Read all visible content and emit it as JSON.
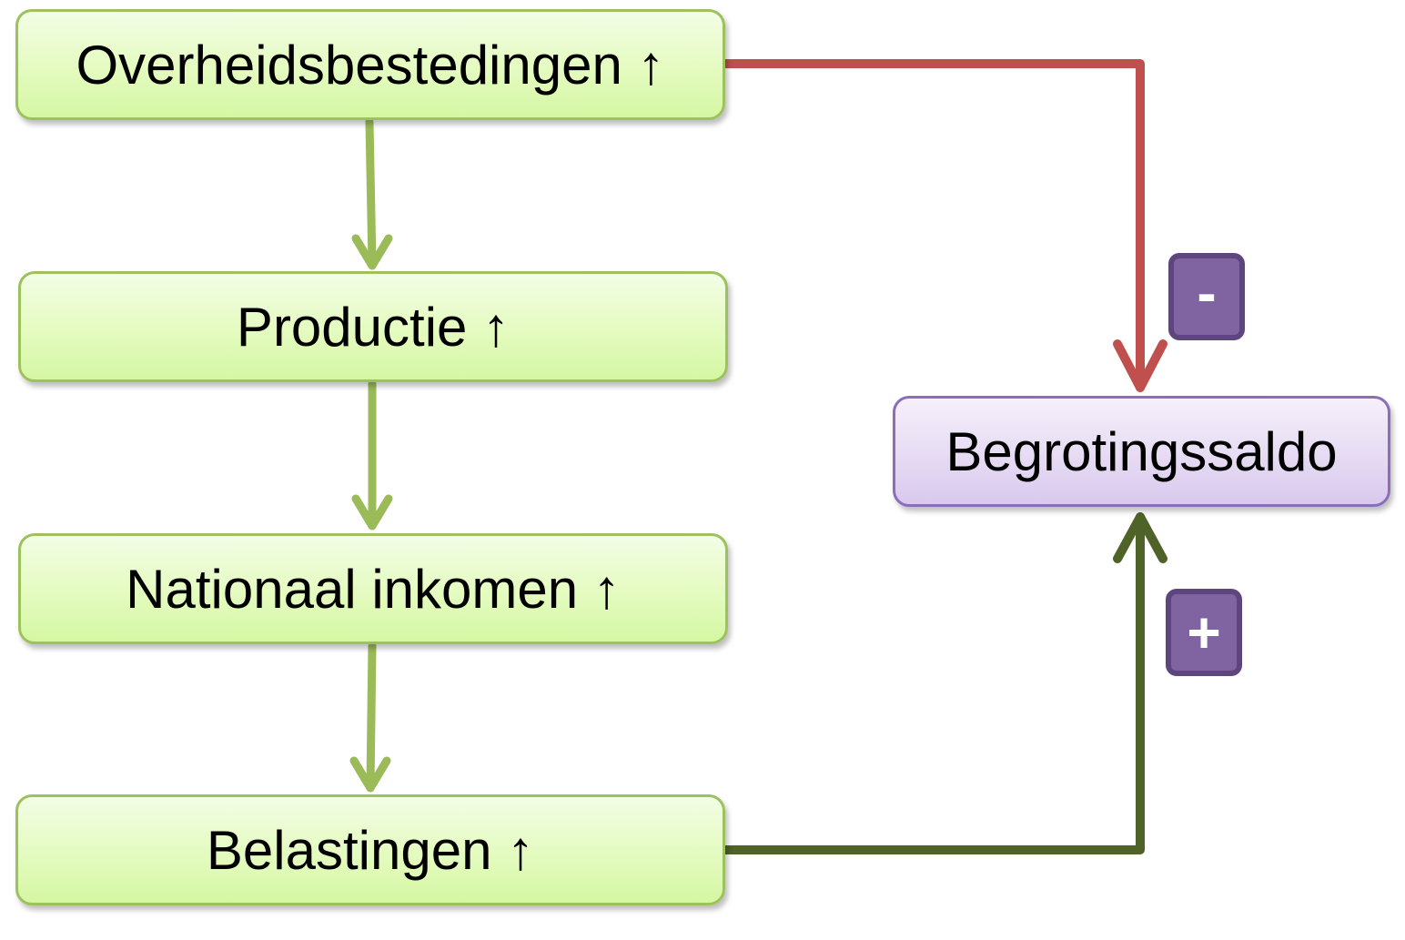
{
  "nodes": {
    "overheidsbestedingen": "Overheidsbestedingen ↑",
    "productie": "Productie ↑",
    "nationaal_inkomen": "Nationaal inkomen ↑",
    "belastingen": "Belastingen ↑",
    "begrotingssaldo": "Begrotingssaldo"
  },
  "signs": {
    "minus": "-",
    "plus": "+"
  },
  "colors": {
    "green_arrow": "#9bbb59",
    "red_arrow": "#c0504d",
    "dark_green_arrow": "#4f6228",
    "sign_fill": "#8064a2"
  }
}
